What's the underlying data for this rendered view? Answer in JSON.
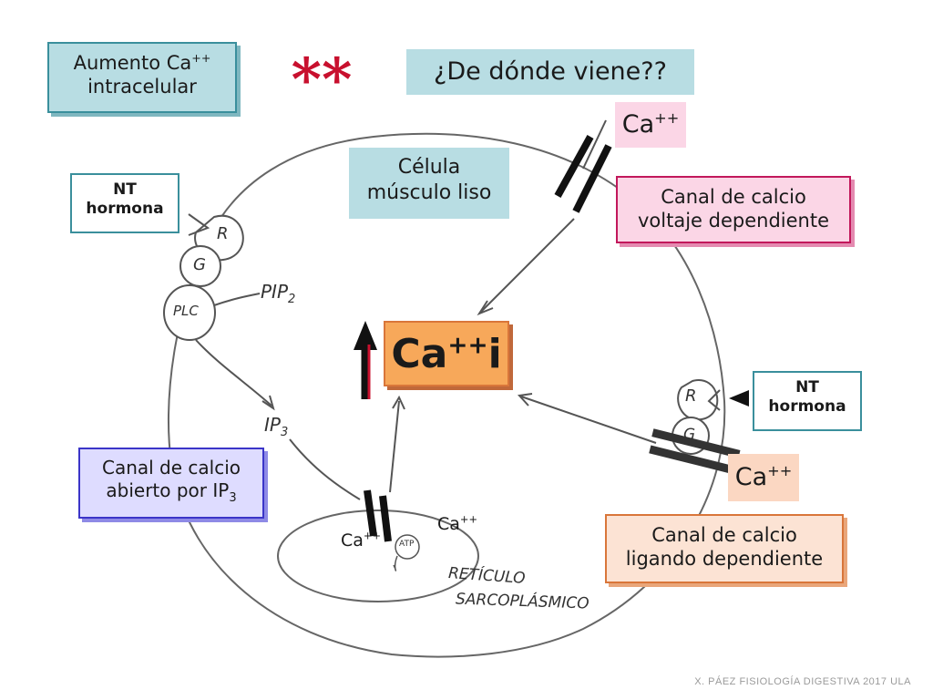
{
  "boxes": {
    "aumento": {
      "line1": "Aumento Ca",
      "sup": "++",
      "line2": "intracelular"
    },
    "stars": "**",
    "question": "¿De dónde viene??",
    "ca_top": {
      "text": "Ca",
      "sup": "++"
    },
    "celula": {
      "line1": "Célula",
      "line2": "músculo liso"
    },
    "nt_left": {
      "line1": "NT",
      "line2": "hormona"
    },
    "voltaje": {
      "line1": "Canal de calcio",
      "line2": "voltaje dependiente"
    },
    "cai": {
      "text": "Ca",
      "sup": "++",
      "suffix": "i"
    },
    "nt_right": {
      "line1": "NT",
      "line2": "hormona"
    },
    "ca_right": {
      "text": "Ca",
      "sup": "++"
    },
    "ip3": {
      "line1": "Canal de calcio",
      "line2": "abierto por IP",
      "sub": "3"
    },
    "ligando": {
      "line1": "Canal de calcio",
      "line2": "ligando dependiente"
    }
  },
  "sketch": {
    "r_top": "R",
    "g_top": "G",
    "plc": "PLC",
    "pip2": "PIP",
    "pip2_sub": "2",
    "ip3": "IP",
    "ip3_sub": "3",
    "r_right": "R",
    "g_right": "G",
    "ca_sr_left": {
      "text": "Ca",
      "sup": "++"
    },
    "ca_sr_right": {
      "text": "Ca",
      "sup": "++"
    },
    "atp": "ATP",
    "reticulo": "RETÍCULO",
    "sarcoplasmico": "SARCOPLÁSMICO"
  },
  "footer": "X. PÁEZ   FISIOLOGÍA DIGESTIVA 2017 ULA",
  "colors": {
    "teal": "#b8dde3",
    "pink": "#fbd6e6",
    "blue": "#dedcff",
    "orange": "#f7a85a",
    "red": "#c8102e"
  }
}
